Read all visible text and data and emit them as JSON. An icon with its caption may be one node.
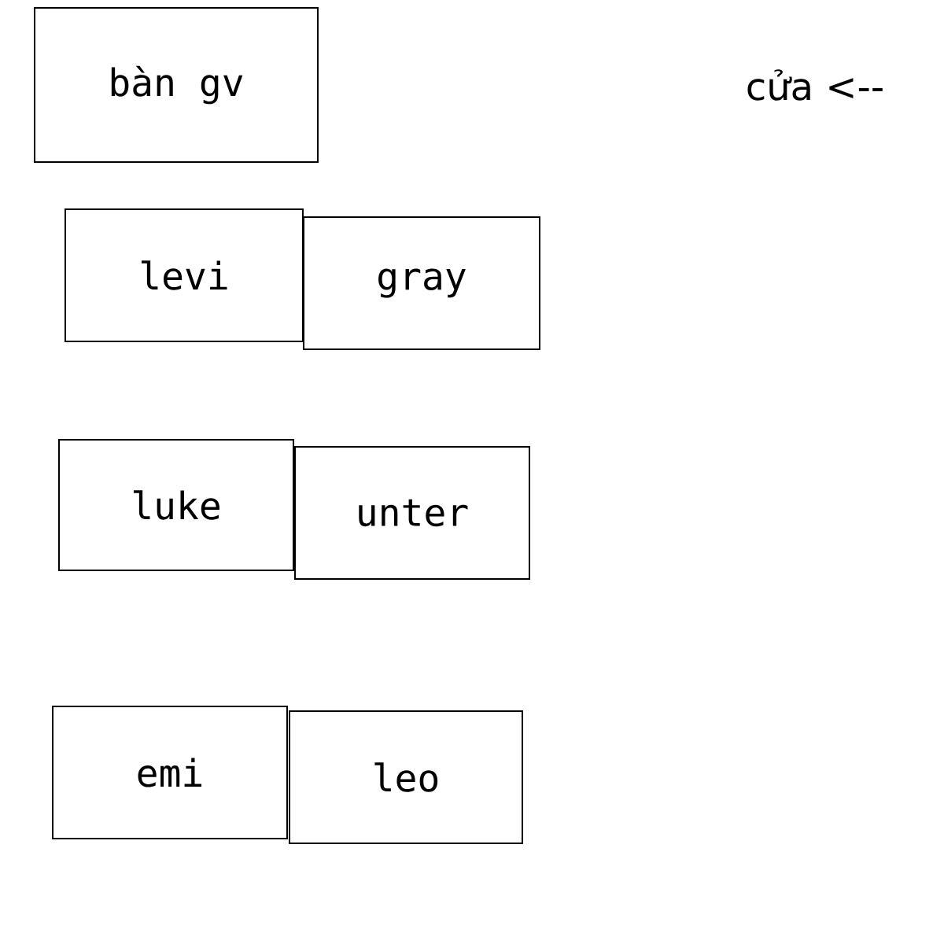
{
  "diagram": {
    "nodes": [
      {
        "text": [
          "bàn gv"
        ]
      },
      {
        "text": [
          "levi"
        ]
      },
      {
        "text": [
          "gray"
        ]
      },
      {
        "text": [
          "luke"
        ]
      },
      {
        "text": [
          "unter"
        ]
      },
      {
        "text": [
          "emi"
        ]
      },
      {
        "text": [
          "leo"
        ]
      }
    ],
    "labels": [
      "cửa <--"
    ]
  }
}
